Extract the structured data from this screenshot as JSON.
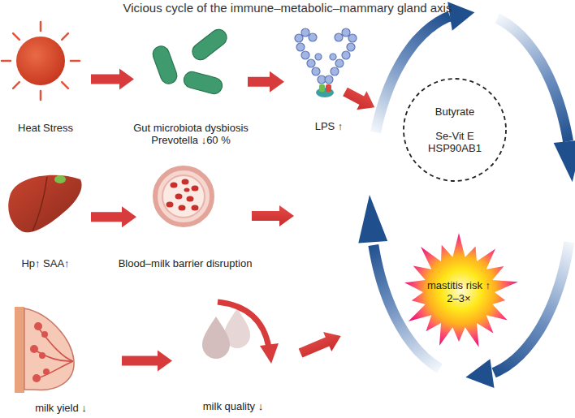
{
  "diagram": {
    "title": "Vicious cycle of the immune–metabolic–mammary gland axis",
    "nodes": [
      {
        "text": [
          "Heat Stress"
        ]
      },
      {
        "text": [
          "Gut microbiota dysbiosis",
          "Prevotella ↓60 %"
        ]
      },
      {
        "text": [
          "LPS ↑"
        ]
      },
      {
        "text": [
          "Hp↑ SAA↑"
        ]
      },
      {
        "text": [
          "Blood–milk barrier disruption"
        ]
      },
      {
        "text": [
          "milk yield ↓"
        ]
      },
      {
        "text": [
          "milk quality ↓"
        ]
      },
      {
        "text": [
          "Butyrate",
          "Se-Vit E",
          "HSP90AB1"
        ]
      },
      {
        "text": [
          "mastitis risk ↑ 2–3×"
        ]
      }
    ],
    "edges": [
      {
        "from": 0,
        "to": 1,
        "arrow": "to"
      },
      {
        "from": 1,
        "to": 2,
        "arrow": "to"
      },
      {
        "from": 3,
        "to": 4,
        "arrow": "to"
      },
      {
        "from": 5,
        "to": 6,
        "arrow": "to"
      }
    ]
  }
}
